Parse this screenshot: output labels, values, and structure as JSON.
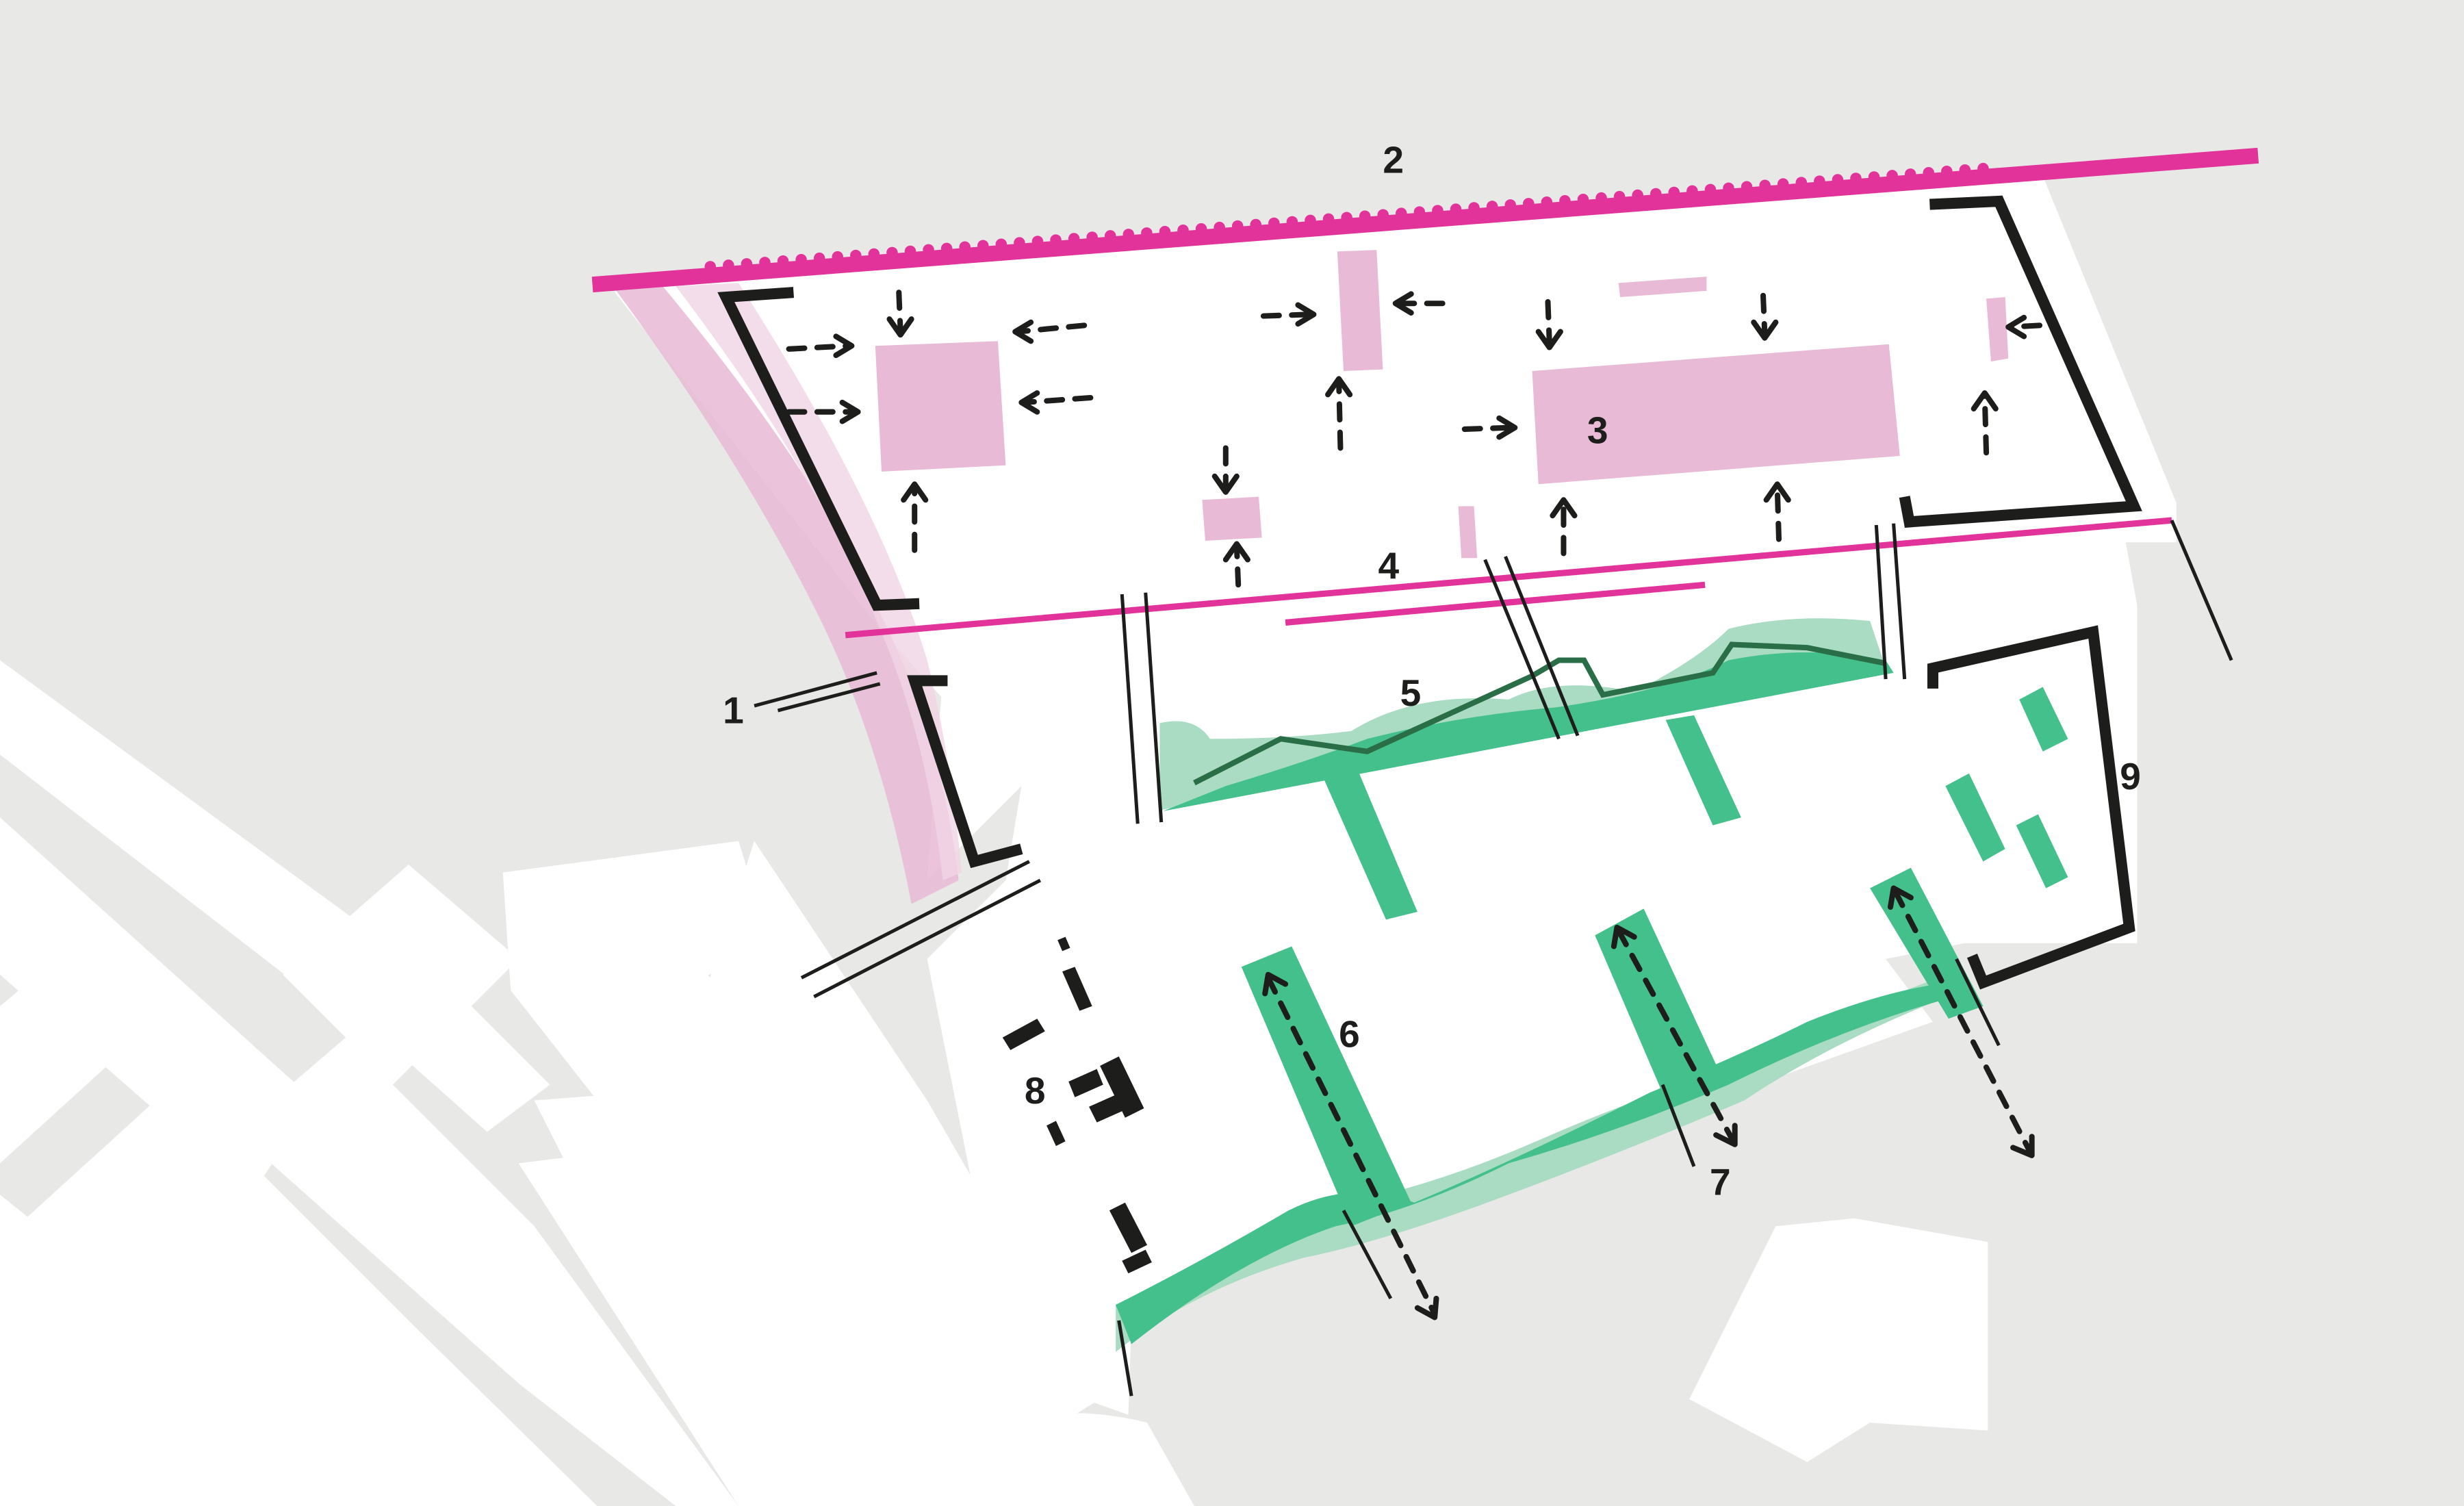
{
  "colors": {
    "background": "#e8e8e6",
    "site": "#ffffff",
    "magenta": "#e2339a",
    "pink": "#e8bad6",
    "green": "#44c08c",
    "green_light": "#a9dcc2",
    "ink": "#1d1d1b"
  },
  "labels": {
    "l1": "1",
    "l2": "2",
    "l3": "3",
    "l4": "4",
    "l5": "5",
    "l6": "6",
    "l7": "7",
    "l8": "8",
    "l9": "9"
  }
}
